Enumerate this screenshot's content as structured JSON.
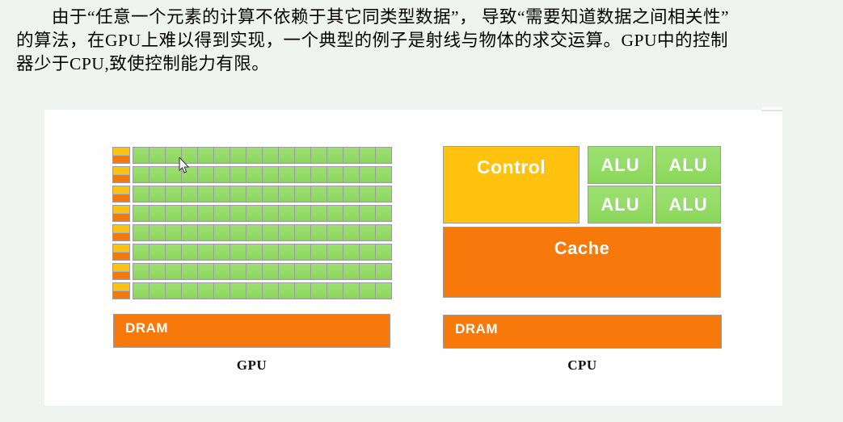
{
  "page": {
    "background": "#eff4f1"
  },
  "paragraph": {
    "lines": [
      "由于“任意一个元素的计算不依赖于其它同类型数据”， 导致“需要知道数据之间相关性”",
      "的算法，在GPU上难以得到实现，一个典型的例子是射线与物体的求交运算。GPU中的控制",
      "器少于CPU,致使控制能力有限。"
    ]
  },
  "diagram": {
    "gpu": {
      "caption": "GPU",
      "rows": 8,
      "cols": 16,
      "dram_label": "DRAM"
    },
    "cpu": {
      "caption": "CPU",
      "control_label": "Control",
      "alu_labels": [
        "ALU",
        "ALU",
        "ALU",
        "ALU"
      ],
      "cache_label": "Cache",
      "dram_label": "DRAM"
    },
    "colors": {
      "yellow": "#ffc20e",
      "orange": "#f8790b",
      "green": "#94dc66",
      "border": "#9c9c9c",
      "panel": "#fefefe",
      "background": "#eff4f1"
    }
  },
  "icons": {
    "cursor": "mouse-arrow-pointer"
  }
}
